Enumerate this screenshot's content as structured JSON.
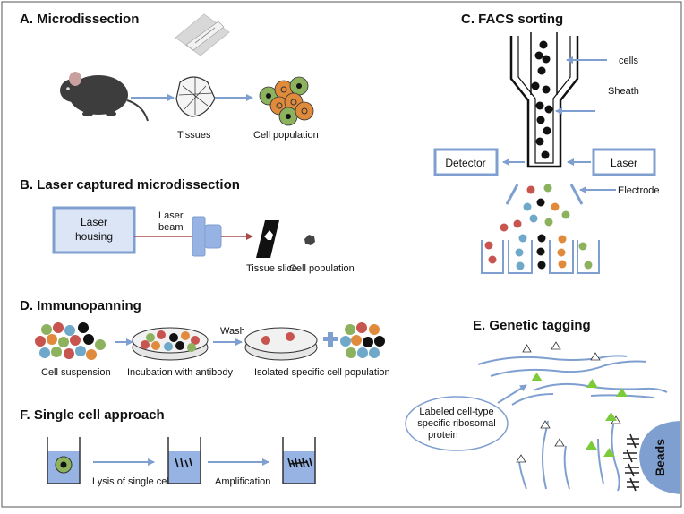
{
  "panels": {
    "a": {
      "title": "A. Microdissection",
      "tissues": "Tissues",
      "cell_population": "Cell population"
    },
    "b": {
      "title": "B. Laser captured microdissection",
      "laser_housing_1": "Laser",
      "laser_housing_2": "housing",
      "laser_beam_1": "Laser",
      "laser_beam_2": "beam",
      "tissue_slice": "Tissue slice",
      "cell_population": "Cell population"
    },
    "c": {
      "title": "C. FACS sorting",
      "cells": "cells",
      "sheath": "Sheath",
      "detector": "Detector",
      "laser": "Laser",
      "electrode": "Electrode"
    },
    "d": {
      "title": "D. Immunopanning",
      "cell_suspension": "Cell suspension",
      "incubation": "Incubation with antibody",
      "wash": "Wash",
      "isolated": "Isolated specific cell population"
    },
    "e": {
      "title": "E. Genetic tagging",
      "labeled_1": "Labeled cell-type",
      "labeled_2": "specific ribosomal",
      "labeled_3": "protein",
      "beads": "Beads"
    },
    "f": {
      "title": "F. Single cell approach",
      "lysis": "Lysis of single cell",
      "amplification": "Amplification"
    }
  },
  "colors": {
    "arrow": "#7f9fd0",
    "box_fill": "#96b3e3",
    "red": "#c8544f",
    "green": "#8db25e",
    "blue": "#6fa8c9",
    "orange": "#e08a3c",
    "black": "#000000",
    "tag": "#7ccb3a",
    "beam": "#a8494a"
  }
}
